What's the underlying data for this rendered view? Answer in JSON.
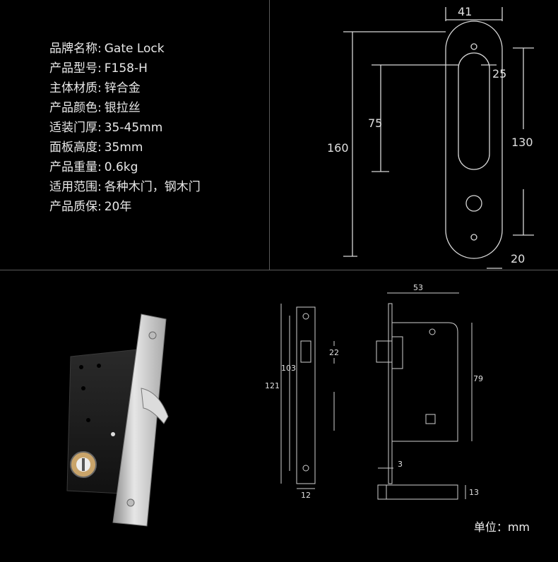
{
  "specs": [
    {
      "label": "品牌名称:",
      "value": "Gate Lock"
    },
    {
      "label": "产品型号:",
      "value": "F158-H"
    },
    {
      "label": "主体材质:",
      "value": "锌合金"
    },
    {
      "label": "产品颜色:",
      "value": "银拉丝"
    },
    {
      "label": "适装门厚:",
      "value": "35-45mm"
    },
    {
      "label": "面板高度:",
      "value": "35mm"
    },
    {
      "label": "产品重量:",
      "value": "0.6kg"
    },
    {
      "label": "适用范围:",
      "value": "各种木门，钢木门"
    },
    {
      "label": "产品质保:",
      "value": "20年"
    }
  ],
  "top_diagram": {
    "width": "41",
    "recess_width": "25",
    "recess_height": "75",
    "total_height": "160",
    "hole_spacing": "130",
    "bottom_offset": "20"
  },
  "front_view": {
    "total": "121",
    "faceplate": "103",
    "latch": "22",
    "width": "12"
  },
  "side_view": {
    "width": "53",
    "height": "79",
    "plate": "3",
    "bolt": "13"
  },
  "unit_label": "单位：mm"
}
